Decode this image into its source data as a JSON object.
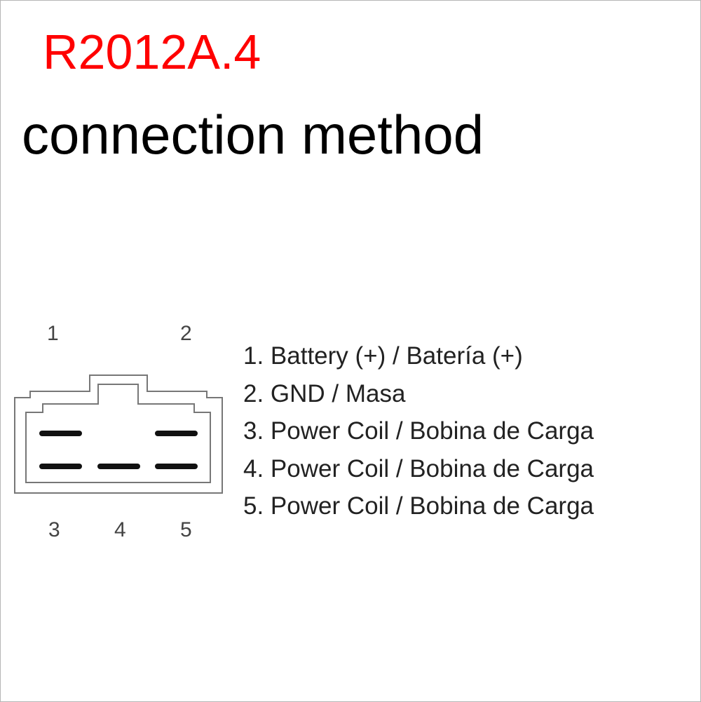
{
  "title": "R2012A.4",
  "subtitle": "connection method",
  "colors": {
    "title": "#ff0000",
    "text": "#222222"
  },
  "connector": {
    "pin_labels": {
      "p1": "1",
      "p2": "2",
      "p3": "3",
      "p4": "4",
      "p5": "5"
    }
  },
  "legend": [
    "1. Battery (+) / Batería (+)",
    "2. GND / Masa",
    "3. Power Coil / Bobina de Carga",
    "4. Power Coil / Bobina de Carga",
    "5. Power Coil / Bobina de Carga"
  ]
}
